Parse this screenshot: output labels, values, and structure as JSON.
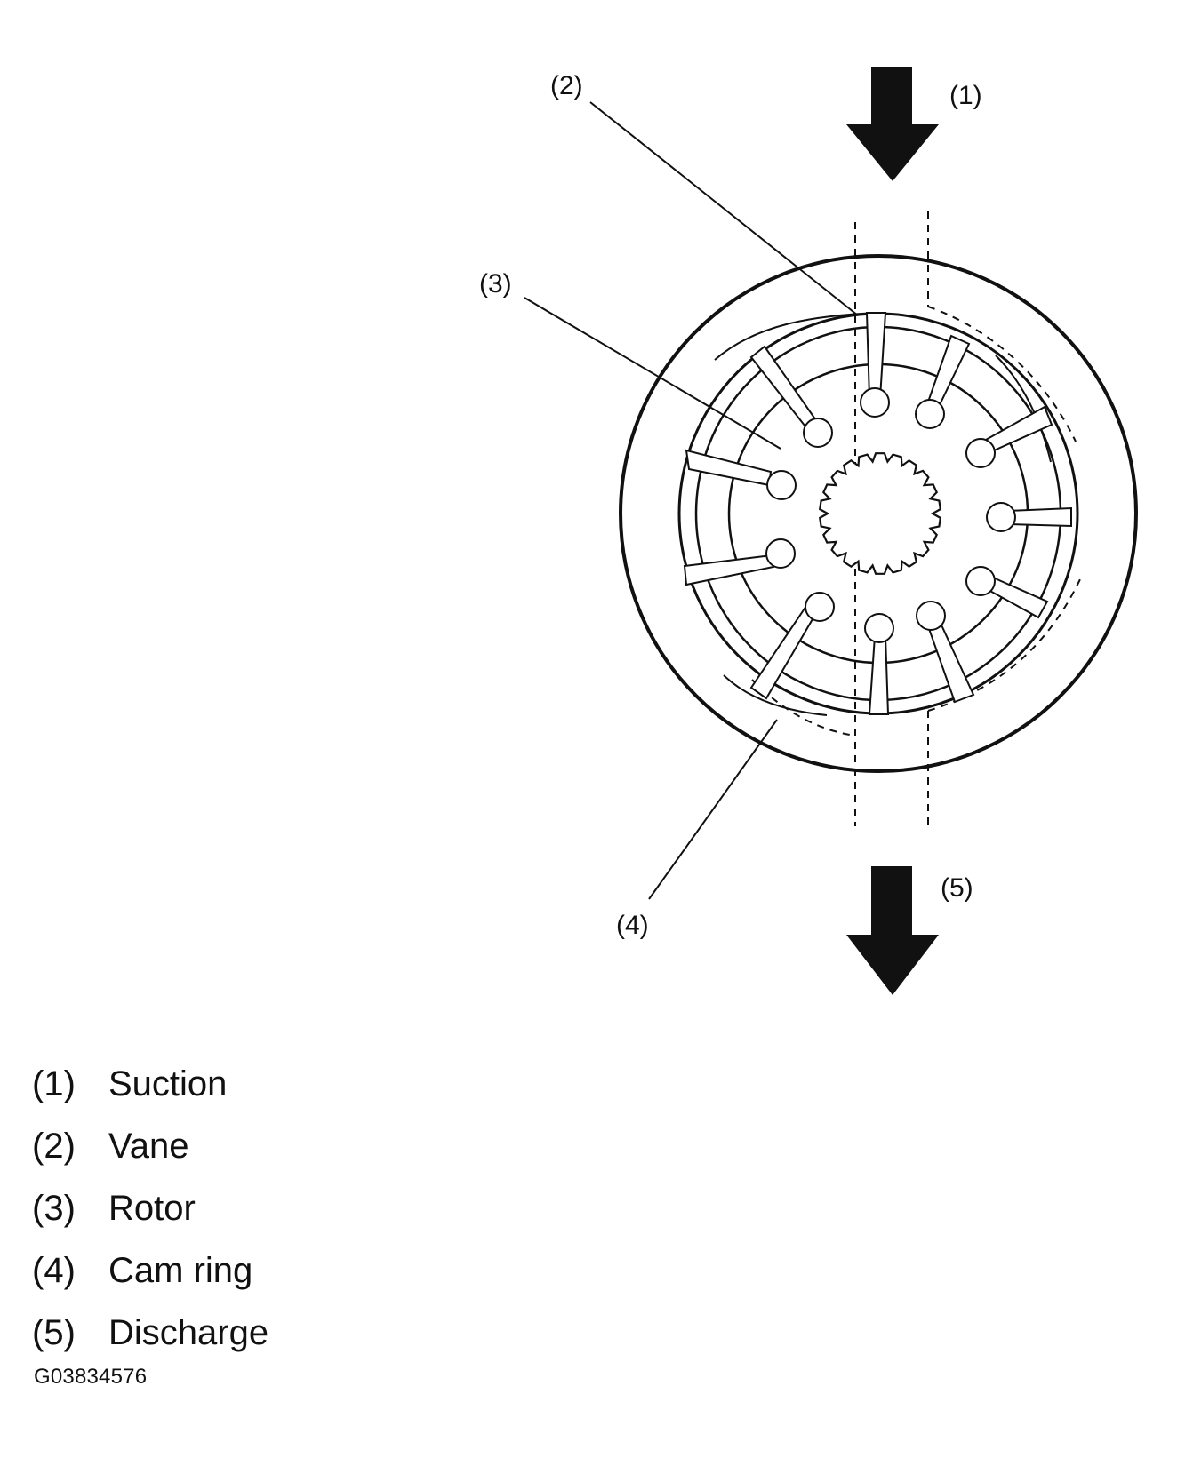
{
  "callouts": {
    "suction": "(1)",
    "vane": "(2)",
    "rotor": "(3)",
    "cam_ring": "(4)",
    "discharge": "(5)"
  },
  "legend": {
    "items": [
      {
        "num": "(1)",
        "label": "Suction"
      },
      {
        "num": "(2)",
        "label": "Vane"
      },
      {
        "num": "(3)",
        "label": "Rotor"
      },
      {
        "num": "(4)",
        "label": "Cam ring"
      },
      {
        "num": "(5)",
        "label": "Discharge"
      }
    ]
  },
  "figure_code": "G03834576"
}
